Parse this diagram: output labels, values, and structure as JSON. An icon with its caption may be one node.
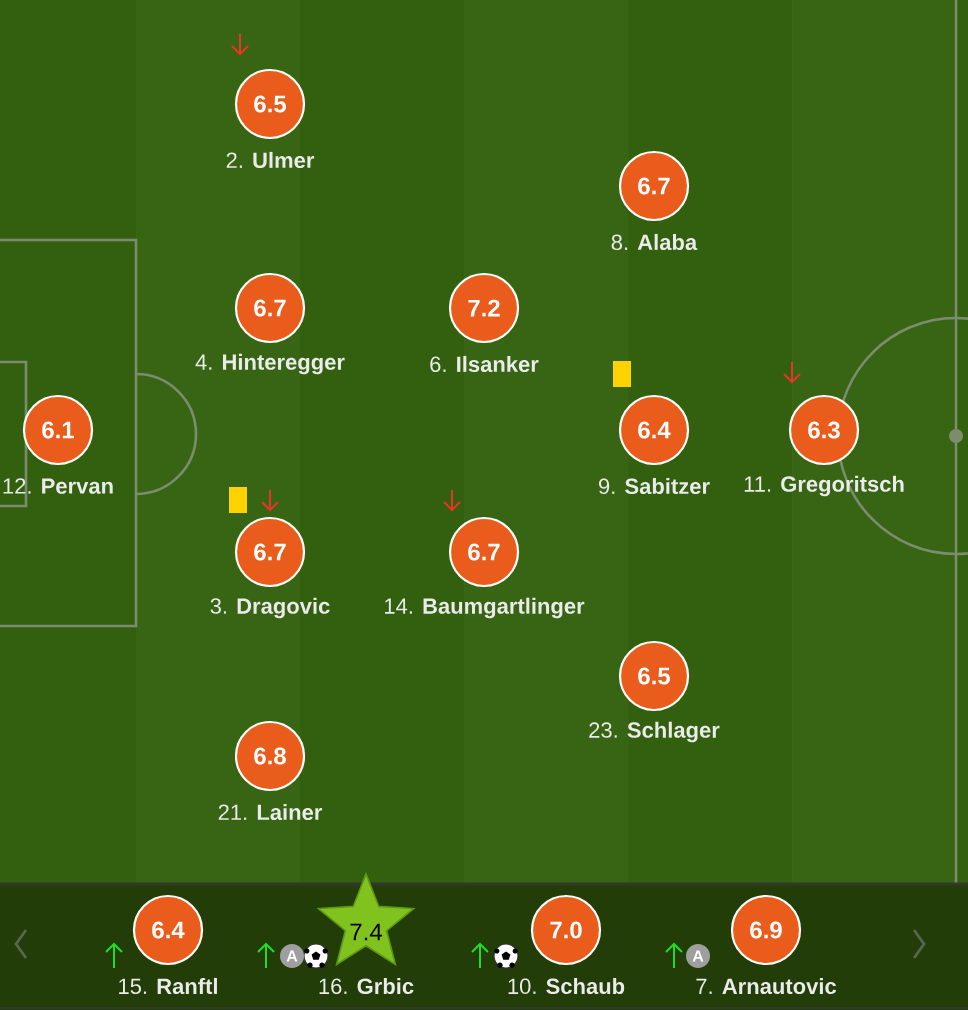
{
  "diagram": {
    "nodes": [
      {
        "text": [
          "6.5"
        ],
        "beside": [
          "2. **Ulmer**"
        ]
      },
      {
        "text": [
          "6.7"
        ],
        "beside": [
          "8. **Alaba**"
        ]
      },
      {
        "text": [
          "6.7"
        ],
        "beside": [
          "4. **Hinteregger**"
        ]
      },
      {
        "text": [
          "7.2"
        ],
        "beside": [
          "6. **Ilsanker**"
        ]
      },
      {
        "text": [
          "6.1"
        ],
        "beside": [
          "12. **Pervan**"
        ]
      },
      {
        "text": [
          "6.4"
        ],
        "beside": [
          "9. **Sabitzer**"
        ]
      },
      {
        "text": [
          "6.3"
        ],
        "beside": [
          "11. **Gregoritsch**"
        ]
      },
      {
        "text": [
          "6.7"
        ],
        "beside": [
          "3. **Dragovic**"
        ]
      },
      {
        "text": [
          "6.7"
        ],
        "beside": [
          "14. **Baumgartlinger**"
        ]
      },
      {
        "text": [
          "6.5"
        ],
        "beside": [
          "23. **Schlager**"
        ]
      },
      {
        "text": [
          "6.8"
        ],
        "beside": [
          "21. **Lainer**"
        ]
      },
      {
        "text": [
          "6.4"
        ],
        "beside": [
          "15. **Ranftl**"
        ]
      },
      {
        "text": [
          "7.4"
        ],
        "beside": [
          "16. **Grbic**",
          "A"
        ]
      },
      {
        "text": [
          "7.0"
        ],
        "beside": [
          "10. **Schaub**"
        ]
      },
      {
        "text": [
          "6.9"
        ],
        "beside": [
          "7. **Arnautovic**",
          "A"
        ]
      }
    ]
  }
}
